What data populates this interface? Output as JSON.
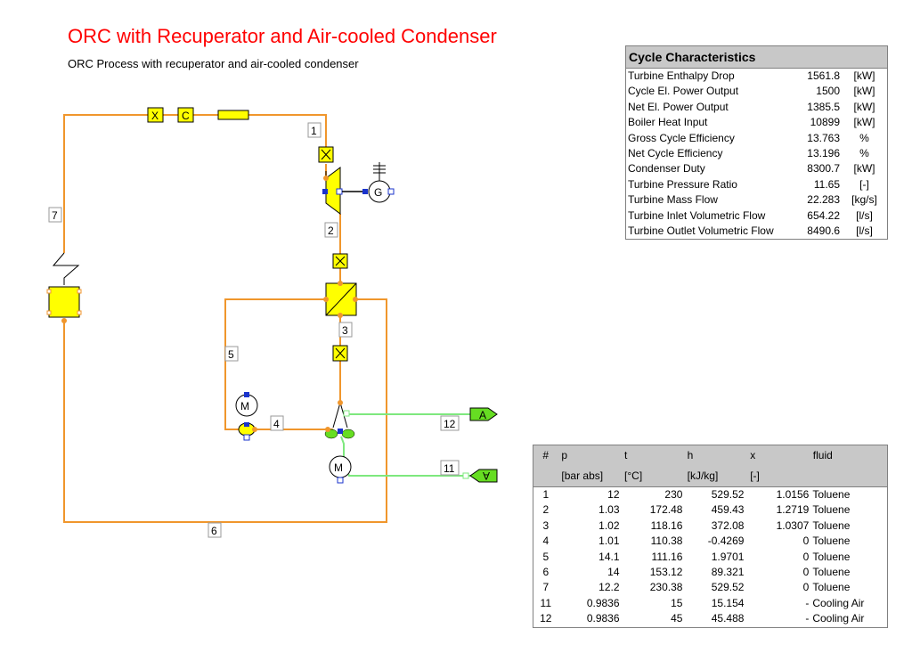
{
  "header": {
    "title": "ORC with Recuperator and Air-cooled Condenser",
    "subtitle": "ORC Process with recuperator and air-cooled condenser"
  },
  "diagram": {
    "pipe_labels": [
      "1",
      "2",
      "3",
      "4",
      "5",
      "6",
      "7",
      "11",
      "12"
    ],
    "component_letters": {
      "mixer_x": "X",
      "controller_c": "C",
      "motor_m": "M",
      "generator_g": "G",
      "boundary_a": "A"
    },
    "colors": {
      "pipe_working_fluid": "#f0962c",
      "pipe_cooling_air": "#7ee87e",
      "component_fill": "#ffff00",
      "boundary_fill": "#66dd22",
      "port_blue": "#1a33cc",
      "title_red": "#ff0000"
    }
  },
  "cycle_characteristics": {
    "title": "Cycle Characteristics",
    "rows": [
      {
        "name": "Turbine Enthalpy Drop",
        "value": "1561.8",
        "unit": "[kW]"
      },
      {
        "name": "Cycle El. Power Output",
        "value": "1500",
        "unit": "[kW]"
      },
      {
        "name": "Net El. Power Output",
        "value": "1385.5",
        "unit": "[kW]"
      },
      {
        "name": "Boiler Heat Input",
        "value": "10899",
        "unit": "[kW]"
      },
      {
        "name": "Gross Cycle Efficiency",
        "value": "13.763",
        "unit": "%"
      },
      {
        "name": "Net Cycle Efficiency",
        "value": "13.196",
        "unit": "%"
      },
      {
        "name": "Condenser Duty",
        "value": "8300.7",
        "unit": "[kW]"
      },
      {
        "name": "Turbine Pressure Ratio",
        "value": "11.65",
        "unit": "[-]"
      },
      {
        "name": "Turbine Mass Flow",
        "value": "22.283",
        "unit": "[kg/s]"
      },
      {
        "name": "Turbine Inlet Volumetric Flow",
        "value": "654.22",
        "unit": "[l/s]"
      },
      {
        "name": "Turbine Outlet Volumetric Flow",
        "value": "8490.6",
        "unit": "[l/s]"
      }
    ]
  },
  "state_table": {
    "headers": [
      "#",
      "p",
      "t",
      "h",
      "x",
      "fluid"
    ],
    "units": [
      "",
      "[bar abs]",
      "[°C]",
      "[kJ/kg]",
      "[-]",
      ""
    ],
    "rows": [
      [
        "1",
        "12",
        "230",
        "529.52",
        "1.0156",
        "Toluene"
      ],
      [
        "2",
        "1.03",
        "172.48",
        "459.43",
        "1.2719",
        "Toluene"
      ],
      [
        "3",
        "1.02",
        "118.16",
        "372.08",
        "1.0307",
        "Toluene"
      ],
      [
        "4",
        "1.01",
        "110.38",
        "-0.4269",
        "0",
        "Toluene"
      ],
      [
        "5",
        "14.1",
        "111.16",
        "1.9701",
        "0",
        "Toluene"
      ],
      [
        "6",
        "14",
        "153.12",
        "89.321",
        "0",
        "Toluene"
      ],
      [
        "7",
        "12.2",
        "230.38",
        "529.52",
        "0",
        "Toluene"
      ],
      [
        "11",
        "0.9836",
        "15",
        "15.154",
        "-",
        "Cooling Air"
      ],
      [
        "12",
        "0.9836",
        "45",
        "45.488",
        "-",
        "Cooling Air"
      ]
    ]
  }
}
